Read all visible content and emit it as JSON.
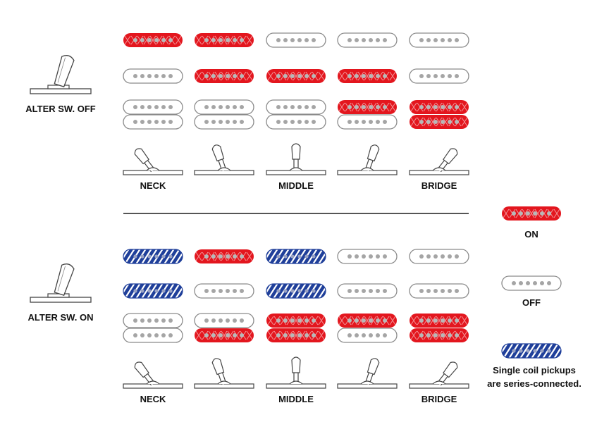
{
  "colors": {
    "on_red": "#e3161e",
    "series_blue": "#1f3f9a",
    "off_outline": "#8a8a8a",
    "dot_gray": "#a5a5a5",
    "line": "#555555"
  },
  "sections": [
    {
      "alter_label": "ALTER SW. OFF",
      "position_labels": [
        "NECK",
        "",
        "MIDDLE",
        "",
        "BRIDGE"
      ],
      "switch_lean": [
        -1,
        -0.5,
        0,
        0.5,
        1
      ],
      "pickup_states": {
        "neck": [
          "on",
          "on",
          "off",
          "off",
          "off"
        ],
        "middle": [
          "off",
          "on",
          "on",
          "on",
          "off"
        ],
        "bridge_top": [
          "off",
          "off",
          "off",
          "on",
          "on"
        ],
        "bridge_bottom": [
          "off",
          "off",
          "off",
          "off",
          "on"
        ]
      }
    },
    {
      "alter_label": "ALTER SW. ON",
      "position_labels": [
        "NECK",
        "",
        "MIDDLE",
        "",
        "BRIDGE"
      ],
      "switch_lean": [
        -1,
        -0.5,
        0,
        0.5,
        1
      ],
      "pickup_states": {
        "neck": [
          "series",
          "on",
          "series",
          "off",
          "off"
        ],
        "middle": [
          "series",
          "off",
          "series",
          "off",
          "off"
        ],
        "bridge_top": [
          "off",
          "off",
          "on",
          "on",
          "on"
        ],
        "bridge_bottom": [
          "off",
          "on",
          "on",
          "off",
          "on"
        ]
      }
    }
  ],
  "legend": {
    "on_label": "ON",
    "off_label": "OFF",
    "series_label_line1": "Single coil pickups",
    "series_label_line2": "are series-connected."
  }
}
